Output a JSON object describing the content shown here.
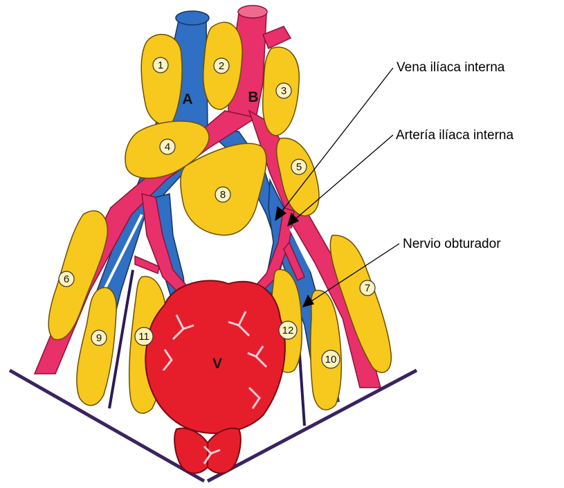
{
  "labels": {
    "vena": "Vena ilíaca interna",
    "arteria": "Artería ilíaca interna",
    "nervio": "Nervio obturador"
  },
  "letters": {
    "a": "A",
    "b": "B",
    "v": "V"
  },
  "nodes": [
    "1",
    "2",
    "3",
    "4",
    "5",
    "6",
    "7",
    "8",
    "9",
    "10",
    "11",
    "12"
  ],
  "colors": {
    "vein": "#2f6fc4",
    "artery": "#e8306a",
    "node": "#f7c81d",
    "bladder": "#e61e2c",
    "pelvis_line": "#3a2360"
  }
}
